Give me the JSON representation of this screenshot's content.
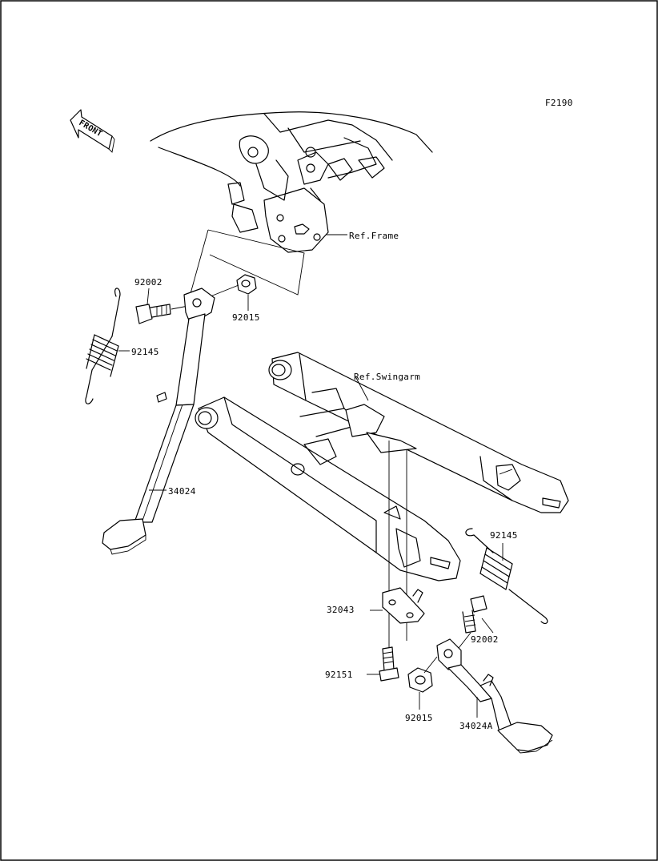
{
  "figure_code": "F2190",
  "front_label": "FRONT",
  "ref_frame": "Ref.Frame",
  "ref_swingarm": "Ref.Swingarm",
  "parts": {
    "bolt_92002_a": "92002",
    "nut_92015_a": "92015",
    "spring_92145_a": "92145",
    "stand_34024": "34024",
    "spring_92145_b": "92145",
    "bracket_32043": "32043",
    "bolt_92002_b": "92002",
    "bolt_92151": "92151",
    "nut_92015_b": "92015",
    "stand_34024A": "34024A"
  }
}
